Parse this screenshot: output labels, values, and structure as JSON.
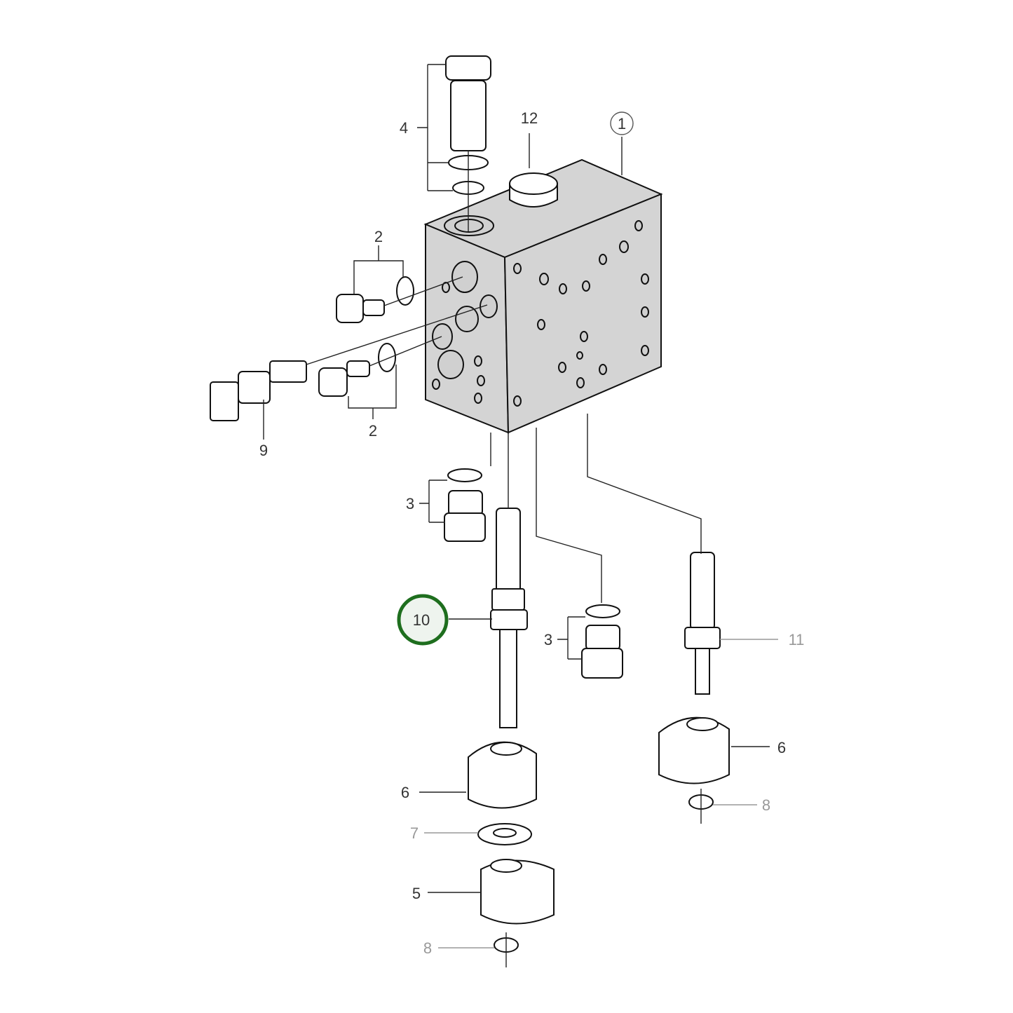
{
  "diagram": {
    "type": "exploded parts diagram",
    "highlight_color": "#1e6e1e",
    "callouts": [
      {
        "id": "c1",
        "label": "1",
        "circled": true
      },
      {
        "id": "c2a",
        "label": "2"
      },
      {
        "id": "c2b",
        "label": "2"
      },
      {
        "id": "c3a",
        "label": "3"
      },
      {
        "id": "c3b",
        "label": "3"
      },
      {
        "id": "c4",
        "label": "4"
      },
      {
        "id": "c5",
        "label": "5"
      },
      {
        "id": "c6a",
        "label": "6"
      },
      {
        "id": "c6b",
        "label": "6"
      },
      {
        "id": "c7",
        "label": "7",
        "muted": true
      },
      {
        "id": "c8a",
        "label": "8",
        "muted": true
      },
      {
        "id": "c8b",
        "label": "8",
        "muted": true
      },
      {
        "id": "c9",
        "label": "9"
      },
      {
        "id": "c10",
        "label": "10",
        "highlighted": true
      },
      {
        "id": "c11",
        "label": "11",
        "muted": true
      },
      {
        "id": "c12",
        "label": "12"
      }
    ]
  }
}
